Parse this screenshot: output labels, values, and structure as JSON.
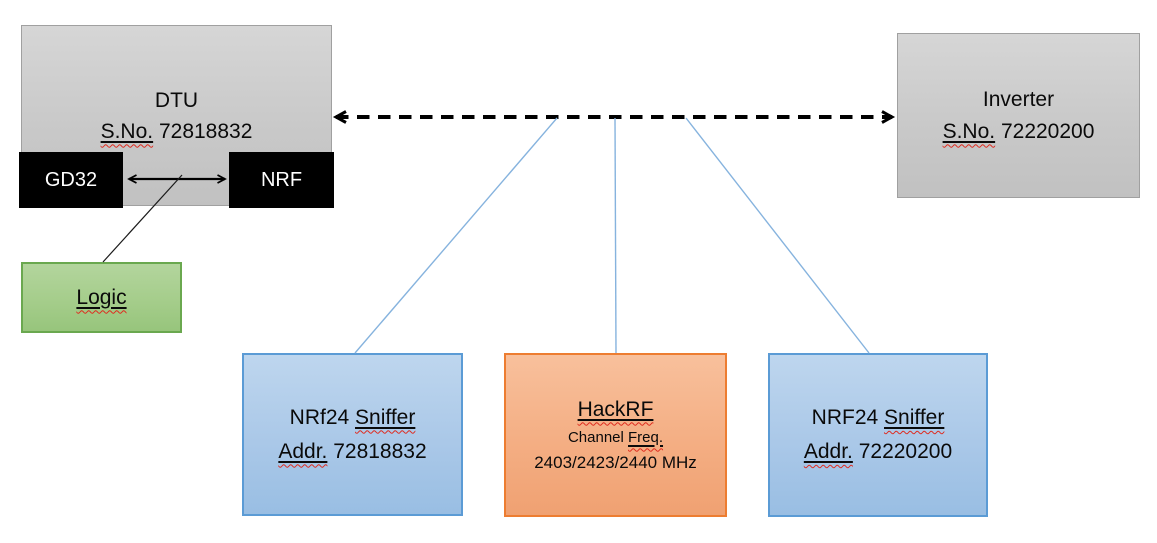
{
  "colors": {
    "gray_fill": "#c9c9c9",
    "gray_border": "#a0a0a0",
    "chip_fill": "#000000",
    "chip_text": "#ffffff",
    "green_fill": "#a5cd8b",
    "green_border": "#6aa84f",
    "blue_fill": "#aac8e8",
    "blue_border": "#5b9bd5",
    "orange_fill": "#f4ae83",
    "orange_border": "#ed7d31",
    "connector_blue": "#86b3de",
    "arrow_black": "#000000",
    "squiggle_red": "#df2a1e"
  },
  "nodes": {
    "dtu": {
      "title": "DTU",
      "serial_label": "S.No.",
      "serial_value": " 72818832"
    },
    "gd32_chip": {
      "label": "GD32"
    },
    "nrf_chip": {
      "label": "NRF"
    },
    "logic_analyzer": {
      "label": "Logic"
    },
    "inverter": {
      "title": "Inverter",
      "serial_label": "S.No.",
      "serial_value": " 72220200"
    },
    "sniffer_left": {
      "title_prefix": "NRf24 ",
      "title_flagged": "Sniffer",
      "addr_label": "Addr.",
      "addr_value": " 72818832"
    },
    "hackrf": {
      "title": "HackRF",
      "freq_line_prefix": "Channel ",
      "freq_line_flagged": "Freq.",
      "frequencies": "2403/2423/2440 MHz"
    },
    "sniffer_right": {
      "title_prefix": "NRF24 ",
      "title_flagged": "Sniffer",
      "addr_label": "Addr.",
      "addr_value": " 72220200"
    }
  }
}
